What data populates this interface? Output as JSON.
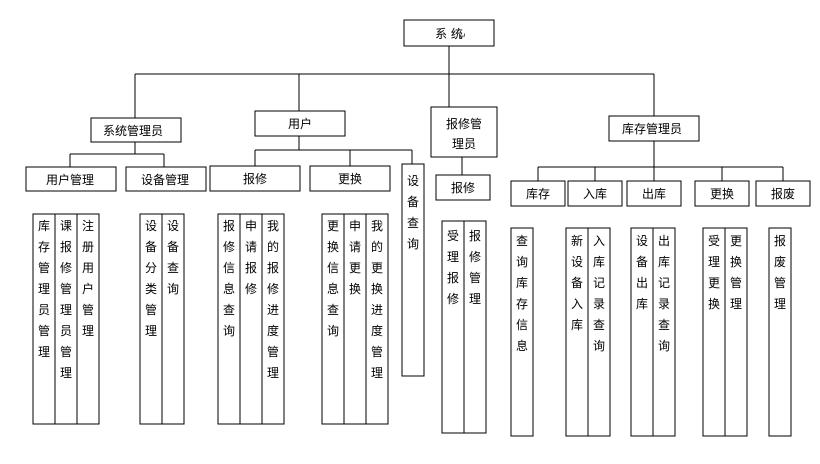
{
  "root": "系 统",
  "level1": {
    "sysadmin": "系统管理员",
    "user": "用户",
    "repair_admin": "报修管理员",
    "stock_admin": "库存管理员"
  },
  "level2": {
    "user_mgmt": "用户管理",
    "device_mgmt": "设备管理",
    "repair": "报修",
    "replace": "更换",
    "device_query": "设备查询",
    "repair_sub": "报修",
    "stock": "库存",
    "inbound": "入库",
    "outbound": "出库",
    "swap": "更换",
    "scrap": "报废"
  },
  "leaves": {
    "stock_admin_mgmt": "库存管理员管理",
    "course_repair_admin_mgmt": "课报修管理员管理",
    "register_user_mgmt": "注册用户管理",
    "device_category_mgmt": "设备分类管理",
    "device_query2": "设备查询",
    "repair_info_query": "报修信息查询",
    "apply_repair": "申请报修",
    "my_repair_progress": "我的报修进度管理",
    "replace_info_query": "更换信息查询",
    "apply_replace": "申请更换",
    "my_replace_progress": "我的更换进度管理",
    "accept_repair": "受理报修",
    "repair_mgmt": "报修管理",
    "query_stock_info": "查询库存信息",
    "new_device_inbound": "新设备入库",
    "inbound_record_query": "入库记录查询",
    "device_outbound": "设备出库",
    "outbound_record_query": "出库记录查询",
    "accept_replace": "受理更换",
    "replace_mgmt": "更换管理",
    "scrap_mgmt": "报废管理"
  },
  "paragraph_mark": "↵"
}
